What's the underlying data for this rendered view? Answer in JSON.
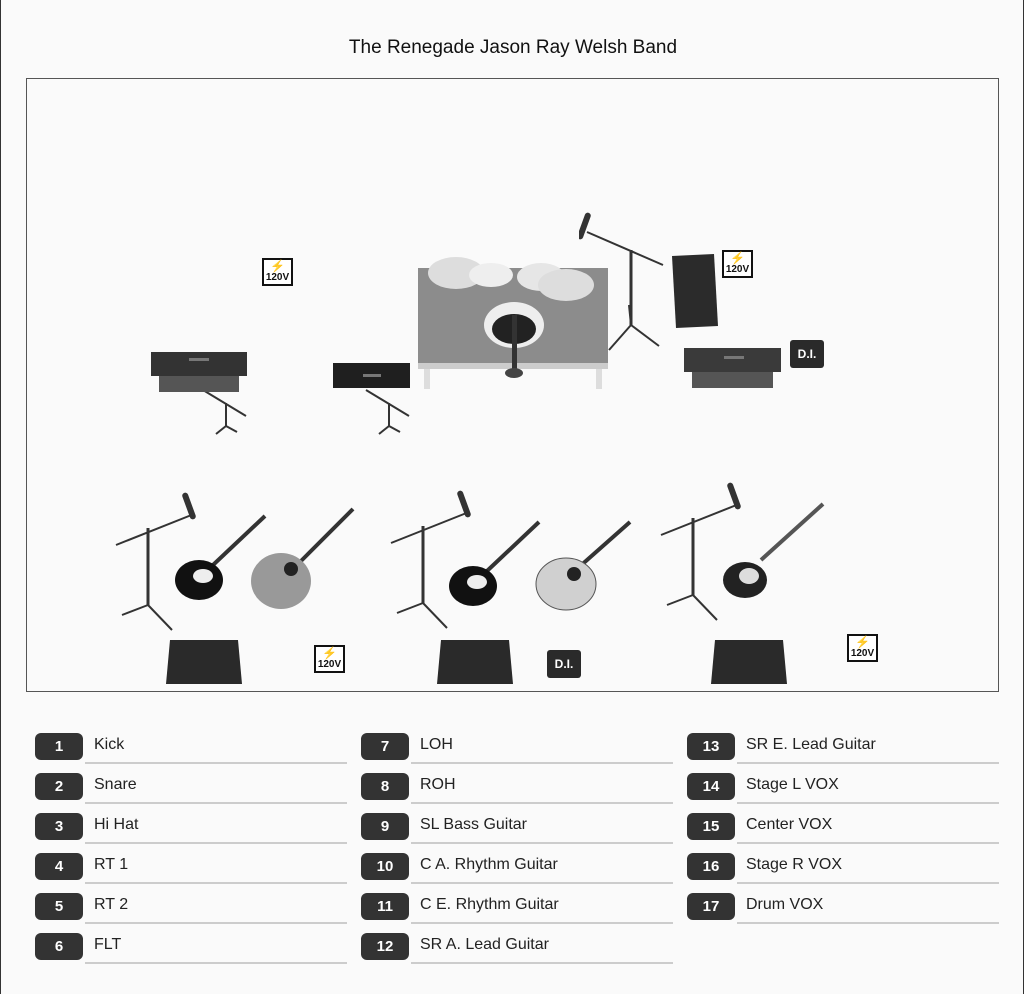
{
  "title": "The Renegade Jason Ray Welsh Band",
  "power_label": "120V",
  "di_label": "D.I.",
  "inputs": [
    {
      "n": "1",
      "label": "Kick"
    },
    {
      "n": "2",
      "label": "Snare"
    },
    {
      "n": "3",
      "label": "Hi Hat"
    },
    {
      "n": "4",
      "label": "RT 1"
    },
    {
      "n": "5",
      "label": "RT 2"
    },
    {
      "n": "6",
      "label": "FLT"
    },
    {
      "n": "7",
      "label": "LOH"
    },
    {
      "n": "8",
      "label": "ROH"
    },
    {
      "n": "9",
      "label": "SL Bass Guitar"
    },
    {
      "n": "10",
      "label": "C A. Rhythm Guitar"
    },
    {
      "n": "11",
      "label": "C E. Rhythm Guitar"
    },
    {
      "n": "12",
      "label": "SR A. Lead Guitar"
    },
    {
      "n": "13",
      "label": "SR E. Lead Guitar"
    },
    {
      "n": "14",
      "label": "Stage L VOX"
    },
    {
      "n": "15",
      "label": "Center VOX"
    },
    {
      "n": "16",
      "label": "Stage R VOX"
    },
    {
      "n": "17",
      "label": "Drum VOX"
    }
  ]
}
